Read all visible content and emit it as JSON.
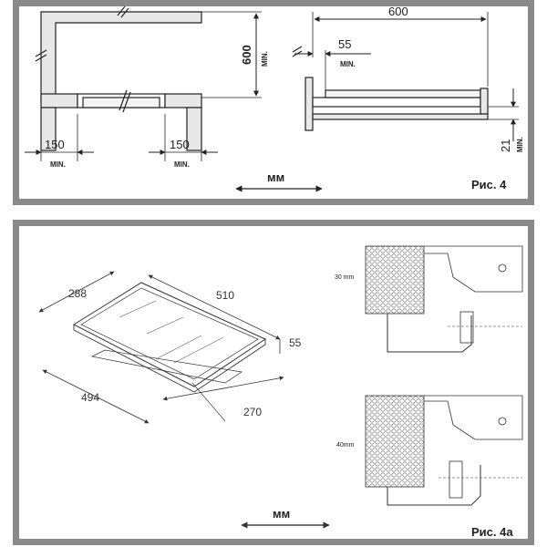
{
  "figure_top": {
    "caption": "Рис. 4",
    "unit": "мм",
    "dims": {
      "height": "600",
      "width": "600",
      "clearance_top": "55",
      "left_gap": "150",
      "right_gap": "150",
      "depth": "21",
      "min_label": "MIN."
    }
  },
  "figure_bottom": {
    "caption": "Рис. 4а",
    "unit": "мм",
    "dims": {
      "d288": "288",
      "d510": "510",
      "d55": "55",
      "d494": "494",
      "d270": "270",
      "t30": "30 mm",
      "t40": "40mm"
    }
  }
}
